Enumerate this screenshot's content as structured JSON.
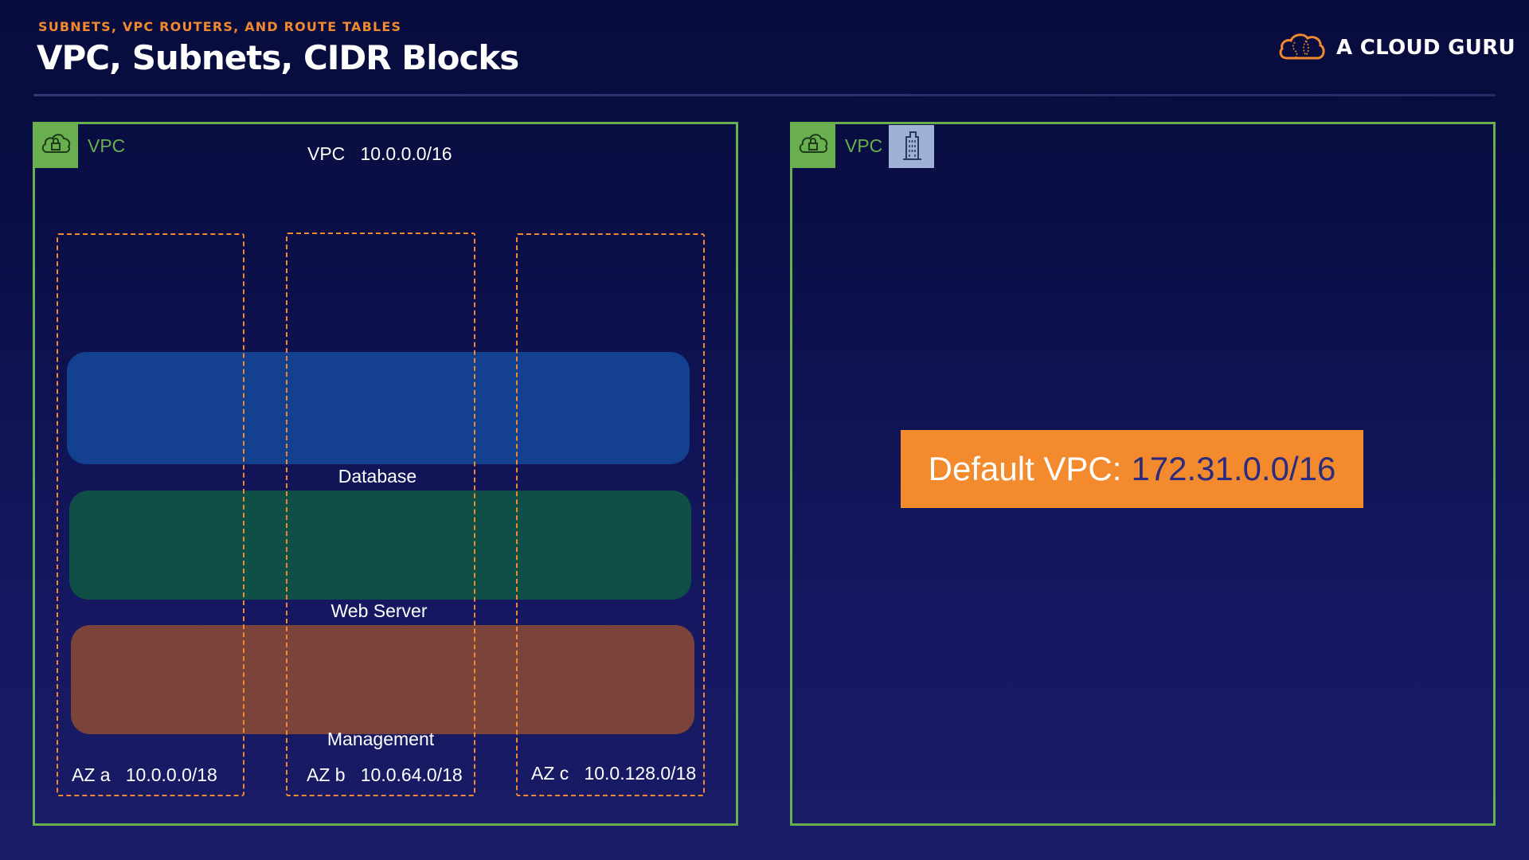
{
  "header": {
    "subtitle": "SUBNETS, VPC ROUTERS, AND ROUTE TABLES",
    "title": "VPC, Subnets, CIDR Blocks",
    "brand": "A CLOUD GURU",
    "brand_icon": "cloud-logo-icon"
  },
  "colors": {
    "accent_orange": "#f0892f",
    "vpc_green": "#6aaf4f",
    "database_band": "#13408f",
    "web_band": "#104f47",
    "management_band": "#7b433a",
    "default_vpc_value": "#2b2c7e"
  },
  "left_vpc": {
    "tab_label": "VPC",
    "tab_icon": "cloud-lock-icon",
    "cidr_label": "VPC   10.0.0.0/16",
    "subnets": [
      {
        "label": "Database"
      },
      {
        "label": "Web Server"
      },
      {
        "label": "Management"
      }
    ],
    "availability_zones": [
      {
        "label": "AZ a   10.0.0.0/18"
      },
      {
        "label": "AZ b   10.0.64.0/18"
      },
      {
        "label": "AZ c   10.0.128.0/18"
      }
    ]
  },
  "right_vpc": {
    "tab_label": "VPC",
    "tab_icon": "cloud-lock-icon",
    "secondary_icon": "building-icon",
    "default_vpc_label": "Default VPC:",
    "default_vpc_cidr": "172.31.0.0/16"
  }
}
